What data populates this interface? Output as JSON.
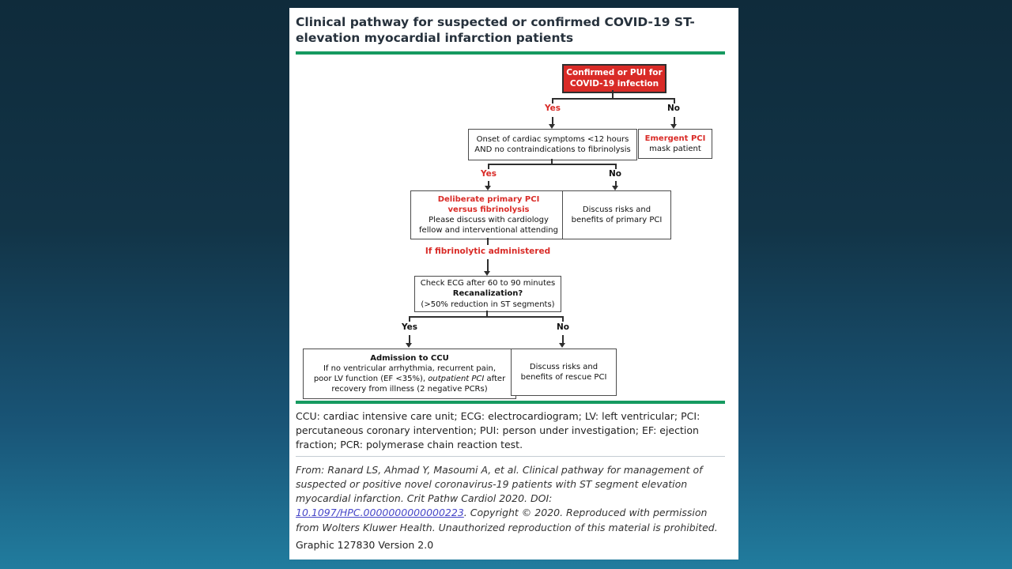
{
  "colors": {
    "accent_red": "#d92b27",
    "accent_green": "#169a60",
    "link_blue": "#4646c8"
  },
  "title": "Clinical pathway for suspected or confirmed COVID-19 ST-elevation myocardial infarction patients",
  "flowchart": {
    "root": {
      "line1": "Confirmed or PUI for",
      "line2": "COVID-19 infection"
    },
    "branch1": {
      "yes": "Yes",
      "no": "No"
    },
    "onset": {
      "line1": "Onset of cardiac symptoms <12 hours",
      "line2": "AND no contraindications to fibrinolysis"
    },
    "emergent": {
      "line1": "Emergent PCI",
      "line2": "mask patient"
    },
    "branch2": {
      "yes": "Yes",
      "no": "No"
    },
    "deliberate": {
      "line1": "Deliberate primary PCI",
      "line2": "versus fibrinolysis",
      "line3": "Please discuss with cardiology",
      "line4": "fellow and interventional attending"
    },
    "discuss_primary": {
      "line1": "Discuss risks and",
      "line2": "benefits of primary PCI"
    },
    "fibrinolytic_label": "If fibrinolytic administered",
    "ecg": {
      "line1": "Check ECG after 60 to 90 minutes",
      "line2": "Recanalization?",
      "line3": "(>50% reduction in ST segments)"
    },
    "branch3": {
      "yes": "Yes",
      "no": "No"
    },
    "admission": {
      "line1": "Admission to CCU",
      "line2": "If no ventricular arrhythmia, recurrent pain,",
      "line3_pre": "poor LV function (EF <35%), ",
      "line3_italic": "outpatient PCI",
      "line3_post": " after",
      "line4": "recovery from illness (2 negative PCRs)"
    },
    "rescue": {
      "line1": "Discuss risks and",
      "line2": "benefits of rescue PCI"
    }
  },
  "footer": {
    "abbreviations": "CCU: cardiac intensive care unit; ECG: electrocardiogram; LV: left ventricular; PCI: percutaneous coronary intervention; PUI: person under investigation; EF: ejection fraction; PCR: polymerase chain reaction test.",
    "citation_pre": "From: Ranard LS, Ahmad Y, Masoumi A, et al. Clinical pathway for management of suspected or positive novel coronavirus-19 patients with ST segment elevation myocardial infarction. Crit Pathw Cardiol 2020. DOI: ",
    "doi": "10.1097/HPC.0000000000000223",
    "citation_post": ". Copyright © 2020. Reproduced with permission from Wolters Kluwer Health. Unauthorized reproduction of this material is prohibited.",
    "graphic": "Graphic 127830 Version 2.0"
  }
}
